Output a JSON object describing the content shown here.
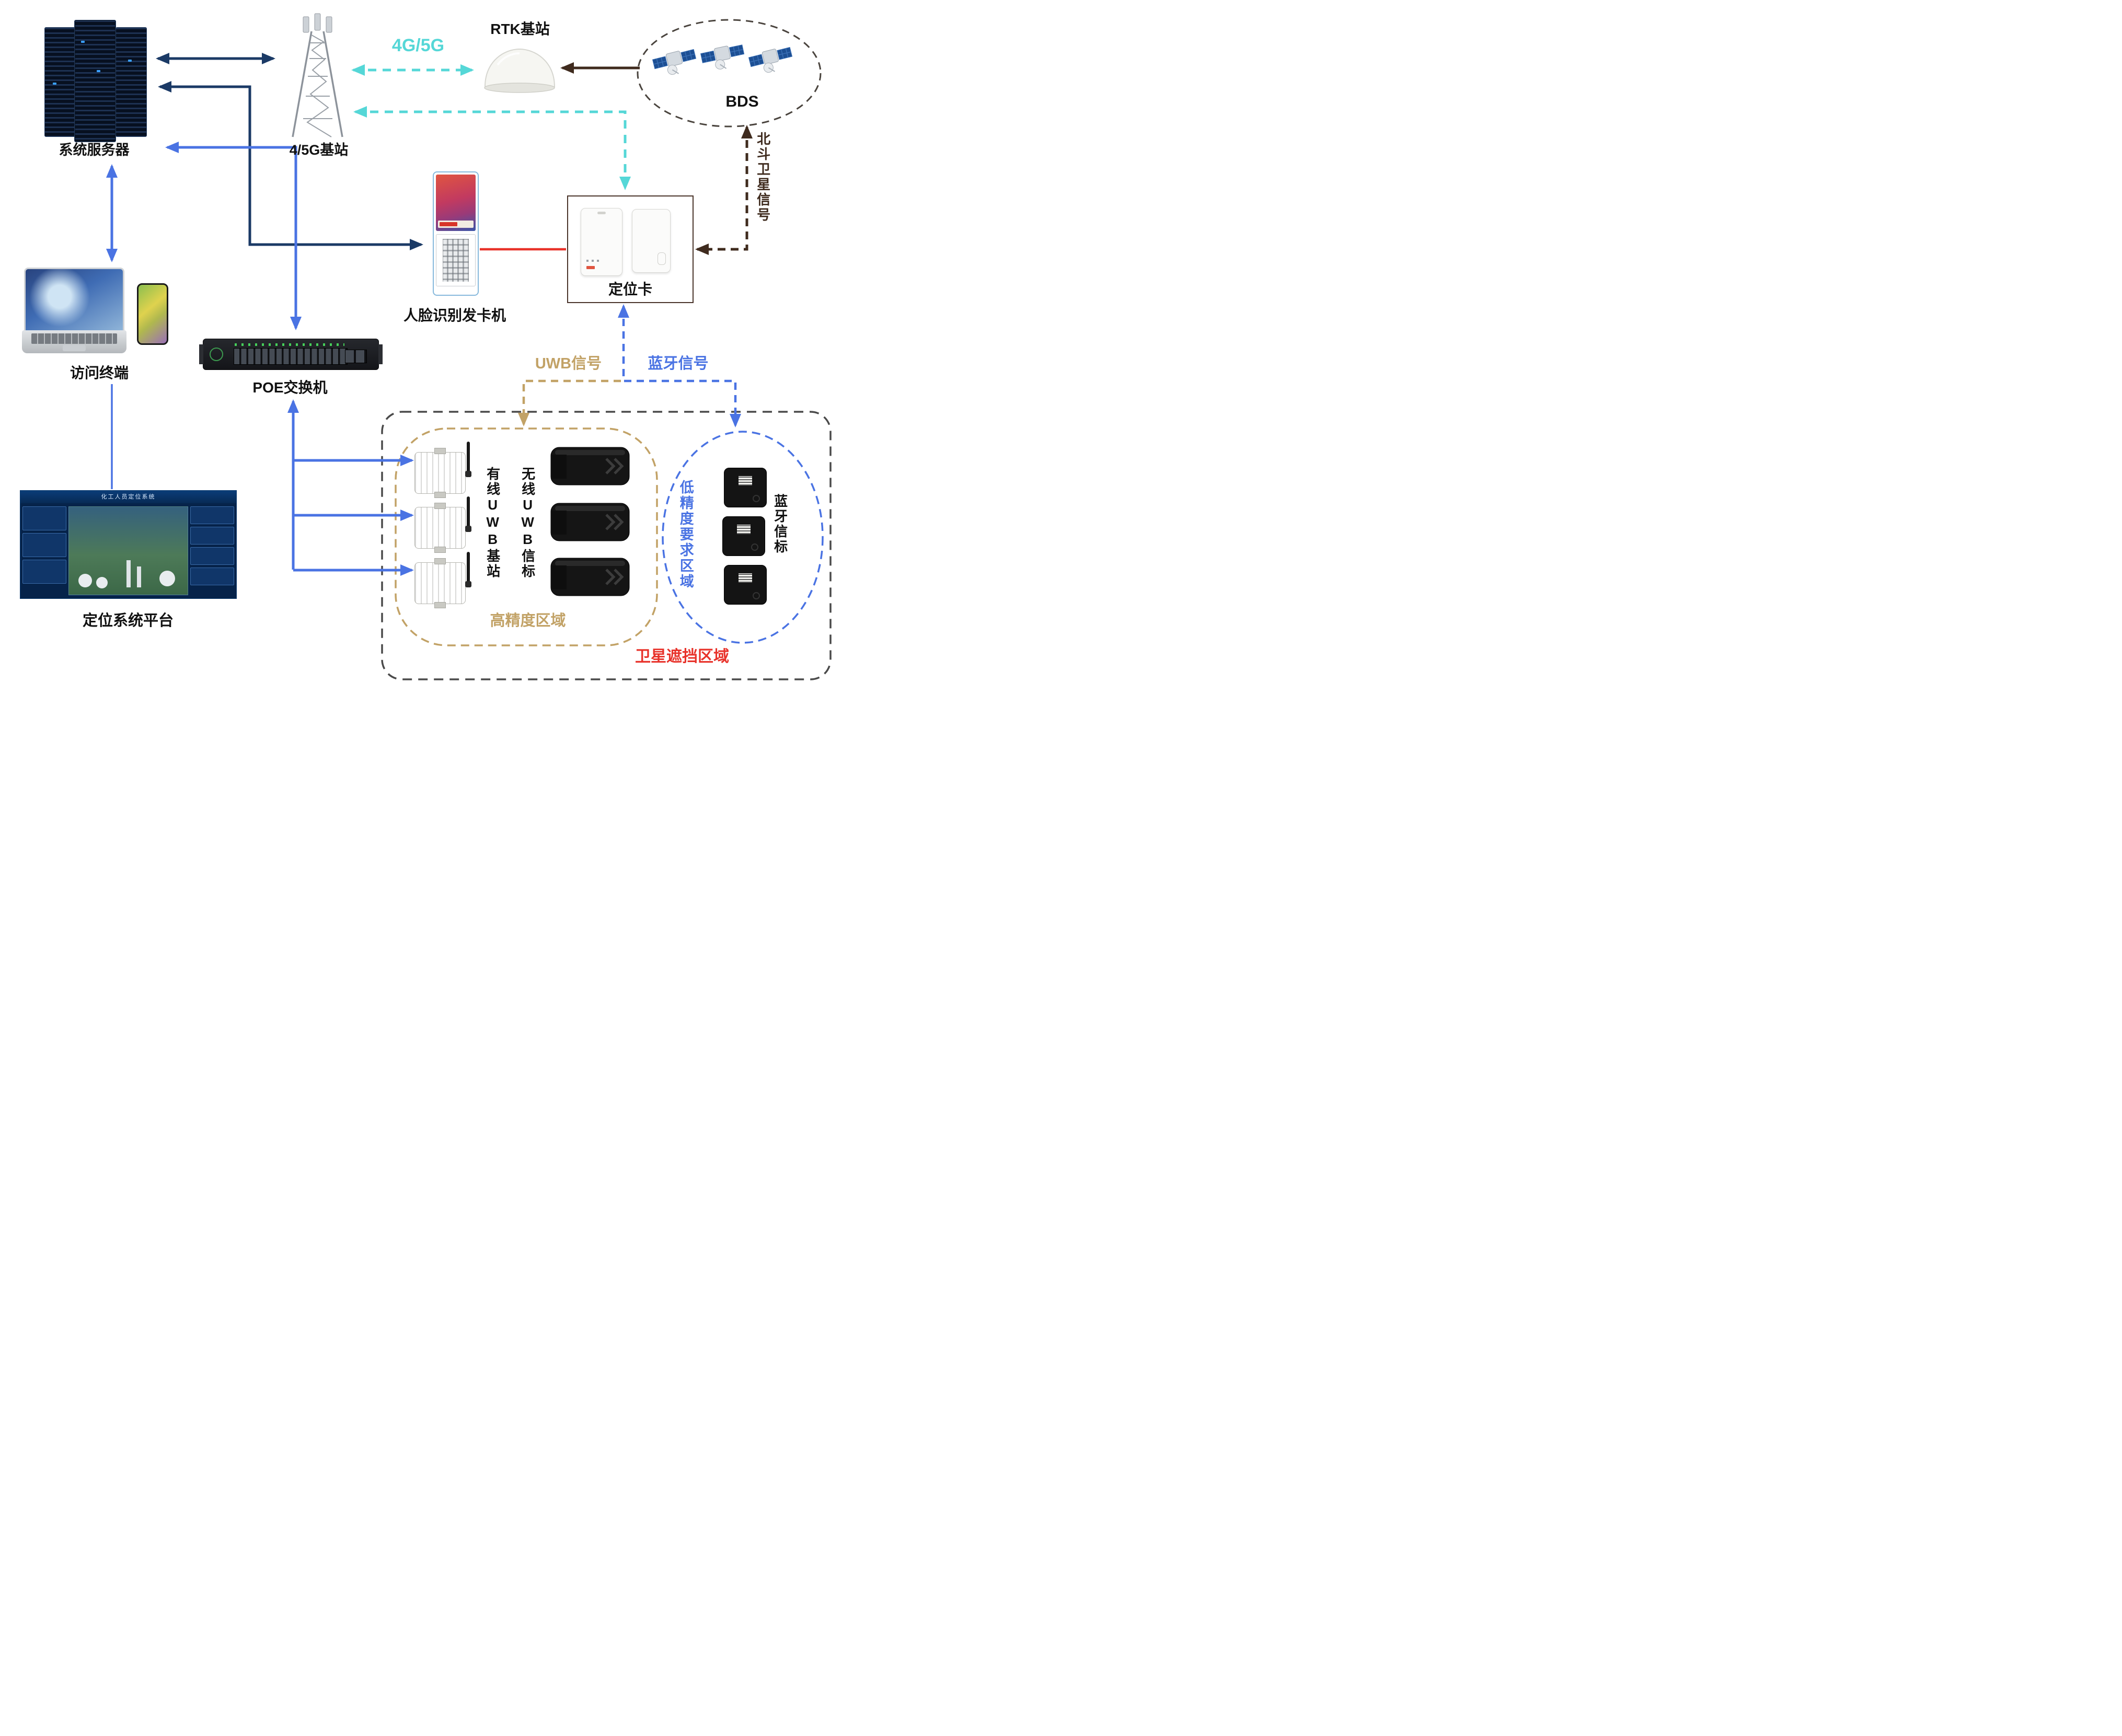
{
  "colors": {
    "navy": "#1b3a66",
    "blue": "#4a73e3",
    "cyan": "#55d7d7",
    "brown": "#3f2b1e",
    "red": "#e8322a",
    "tan": "#c2a266",
    "region_gray": "#4a4a4a"
  },
  "nodes": {
    "server": {
      "label": "系统服务器"
    },
    "tower": {
      "label": "4/5G基站"
    },
    "rtk": {
      "label": "RTK基站"
    },
    "bds": {
      "label": "BDS"
    },
    "kiosk": {
      "label": "人脸识别发卡机"
    },
    "card": {
      "label": "定位卡"
    },
    "terminal": {
      "label": "访问终端"
    },
    "poe": {
      "label": "POE交换机"
    },
    "platform": {
      "label": "定位系统平台",
      "screen_title": "化工人员定位系统"
    },
    "uwb_station": {
      "label": "有线UWB基站"
    },
    "uwb_beacon": {
      "label": "无线UWB信标"
    },
    "bt_beacon": {
      "label": "蓝牙信标"
    }
  },
  "signals": {
    "cellular": "4G/5G",
    "beidou": "北斗卫星信号",
    "uwb": "UWB信号",
    "bluetooth": "蓝牙信号"
  },
  "areas": {
    "high_precision": "高精度区域",
    "low_precision": "低精度要求区域",
    "satellite_blocked": "卫星遮挡区域"
  }
}
